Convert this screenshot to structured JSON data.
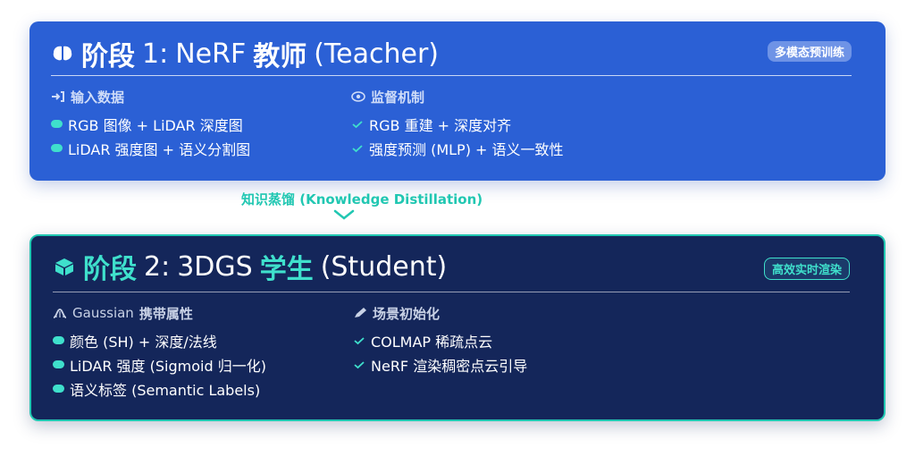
{
  "stage1": {
    "title_prefix": "阶段",
    "title_num": "1:",
    "title_model": "NeRF",
    "title_role": "教师",
    "title_en": "(Teacher)",
    "badge": "多模态预训练",
    "col1": {
      "heading": "输入数据",
      "items": [
        "RGB 图像 + LiDAR 深度图",
        "LiDAR 强度图 + 语义分割图"
      ]
    },
    "col2": {
      "heading": "监督机制",
      "items": [
        "RGB 重建 + 深度对齐",
        "强度预测 (MLP) + 语义一致性"
      ]
    }
  },
  "connector": {
    "label": "知识蒸馏 (Knowledge Distillation)"
  },
  "stage2": {
    "title_prefix": "阶段",
    "title_num": "2:",
    "title_model": "3DGS",
    "title_role": "学生",
    "title_en": "(Student)",
    "badge": "高效实时渲染",
    "col1": {
      "heading_en": "Gaussian",
      "heading": "携带属性",
      "items": [
        "颜色 (SH) + 深度/法线",
        "LiDAR 强度 (Sigmoid 归一化)",
        "语义标签 (Semantic Labels)"
      ]
    },
    "col2": {
      "heading": "场景初始化",
      "items": [
        "COLMAP 稀疏点云",
        "NeRF 渲染稠密点云引导"
      ]
    }
  },
  "colors": {
    "stage1_bg": "#2b60d5",
    "stage2_bg": "#14265a",
    "accent": "#3fe0cc",
    "connector": "#21c7b2"
  },
  "icons": {
    "stage1": "brain-icon",
    "stage2": "cube-icon",
    "input": "input-arrow-icon",
    "supervision": "eye-icon",
    "gaussian": "gaussian-icon",
    "init": "pen-icon",
    "bullet": "dot-icon",
    "check": "check-icon"
  }
}
